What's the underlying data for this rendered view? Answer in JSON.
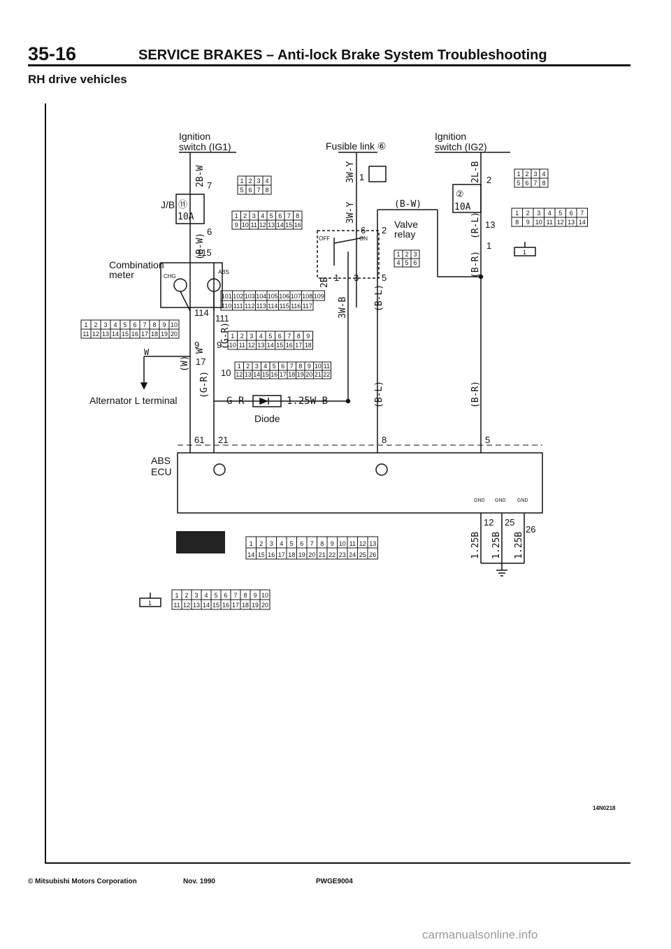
{
  "header": {
    "page_number": "35-16",
    "title": "SERVICE BRAKES – Anti-lock Brake System Troubleshooting"
  },
  "subtitle": "RH drive vehicles",
  "labels": {
    "ign1_line1": "Ignition",
    "ign1_line2": "switch (IG1)",
    "fusible": "Fusible link ⑥",
    "ign2_line1": "Ignition",
    "ign2_line2": "switch (IG2)",
    "jb": "J/B",
    "fuse11": "⑪",
    "fuse_10a": "10A",
    "fuse2": "②",
    "fuse2_10a": "10A",
    "combo1": "Combination",
    "combo2": "meter",
    "chg": "CHG",
    "abs": "ABS",
    "valve1": "Valve",
    "valve2": "relay",
    "off": "OFF",
    "on": "ON",
    "alternator": "Alternator  L terminal",
    "diode": "Diode",
    "abs_ecu1": "ABS",
    "abs_ecu2": "ECU",
    "gnd": "GND"
  },
  "wires": {
    "w_2bw": "2B-W",
    "w_bw": "(B-W)",
    "w_gr1": "(G-R)",
    "w_w": "W",
    "w_w2": "(W)",
    "w_gr2": "(G-R)",
    "w_gr3": "G-R",
    "w_125wb": "1.25W-B",
    "w_3wy1": "3W-Y",
    "w_3wy2": "3W-Y",
    "w_bw2": "(B-W)",
    "w_2b": "2B",
    "w_3wb": "3W-B",
    "w_bl1": "(B-L)",
    "w_bl2": "(B-L)",
    "w_2lb": "2L-B",
    "w_rl": "(R-L)",
    "w_br1": "(B-R)",
    "w_br2": "(B-R)",
    "w_125b1": "1.25B",
    "w_125b2": "1.25B",
    "w_125b3": "1.25B"
  },
  "pins": {
    "p7": "7",
    "p6": "6",
    "p115": "115",
    "p114": "114",
    "p111": "111",
    "p9a": "9",
    "p9b": "9",
    "p17": "17",
    "p10": "10",
    "p61": "61",
    "p21": "21",
    "p1": "1",
    "p6b": "6",
    "p2": "2",
    "p1b": "1",
    "p3": "3",
    "p5": "5",
    "p8": "8",
    "p2c": "2",
    "p13": "13",
    "p1c": "1",
    "p5c": "5",
    "p12": "12",
    "p25": "25",
    "p26": "26"
  },
  "connectors": {
    "c_4a": [
      "1",
      "2",
      "3",
      "4",
      "5",
      "6",
      "7",
      "8"
    ],
    "c_16a": [
      "1",
      "2",
      "3",
      "4",
      "5",
      "6",
      "7",
      "8",
      "9",
      "10",
      "11",
      "12",
      "13",
      "14",
      "15",
      "16"
    ],
    "c_101": [
      "101",
      "102",
      "103",
      "104",
      "105",
      "106",
      "107",
      "108",
      "109",
      "110",
      "111",
      "112",
      "113",
      "114",
      "115",
      "116",
      "117"
    ],
    "c_20a": [
      "1",
      "2",
      "3",
      "4",
      "5",
      "6",
      "7",
      "8",
      "9",
      "10",
      "11",
      "12",
      "13",
      "14",
      "15",
      "16",
      "17",
      "18",
      "19",
      "20"
    ],
    "c_18": [
      "1",
      "2",
      "3",
      "4",
      "5",
      "6",
      "7",
      "8",
      "9",
      "10",
      "11",
      "12",
      "13",
      "14",
      "15",
      "16",
      "17",
      "18"
    ],
    "c_22": [
      "1",
      "2",
      "3",
      "4",
      "5",
      "6",
      "7",
      "8",
      "9",
      "10",
      "11",
      "12",
      "13",
      "14",
      "15",
      "16",
      "17",
      "18",
      "19",
      "20",
      "21",
      "22"
    ],
    "c_relay": [
      "1",
      "2",
      "3",
      "4",
      "5",
      "6"
    ],
    "c_4b": [
      "1",
      "2",
      "3",
      "4",
      "5",
      "6",
      "7",
      "8"
    ],
    "c_14": [
      "1",
      "2",
      "3",
      "4",
      "5",
      "6",
      "7",
      "8",
      "9",
      "10",
      "11",
      "12",
      "13",
      "14"
    ],
    "c_26": [
      "1",
      "2",
      "3",
      "4",
      "5",
      "6",
      "7",
      "8",
      "9",
      "10",
      "11",
      "12",
      "13",
      "14",
      "15",
      "16",
      "17",
      "18",
      "19",
      "20",
      "21",
      "22",
      "23",
      "24",
      "25",
      "26"
    ],
    "c_20b": [
      "1",
      "2",
      "3",
      "4",
      "5",
      "6",
      "7",
      "8",
      "9",
      "10",
      "11",
      "12",
      "13",
      "14",
      "15",
      "16",
      "17",
      "18",
      "19",
      "20"
    ],
    "ground_tag": "1"
  },
  "footer": {
    "copyright": "© Mitsubishi Motors Corporation",
    "date": "Nov. 1990",
    "code": "PWGE9004"
  },
  "figure_code": "14N0218",
  "watermark": "carmanualsonline.info"
}
